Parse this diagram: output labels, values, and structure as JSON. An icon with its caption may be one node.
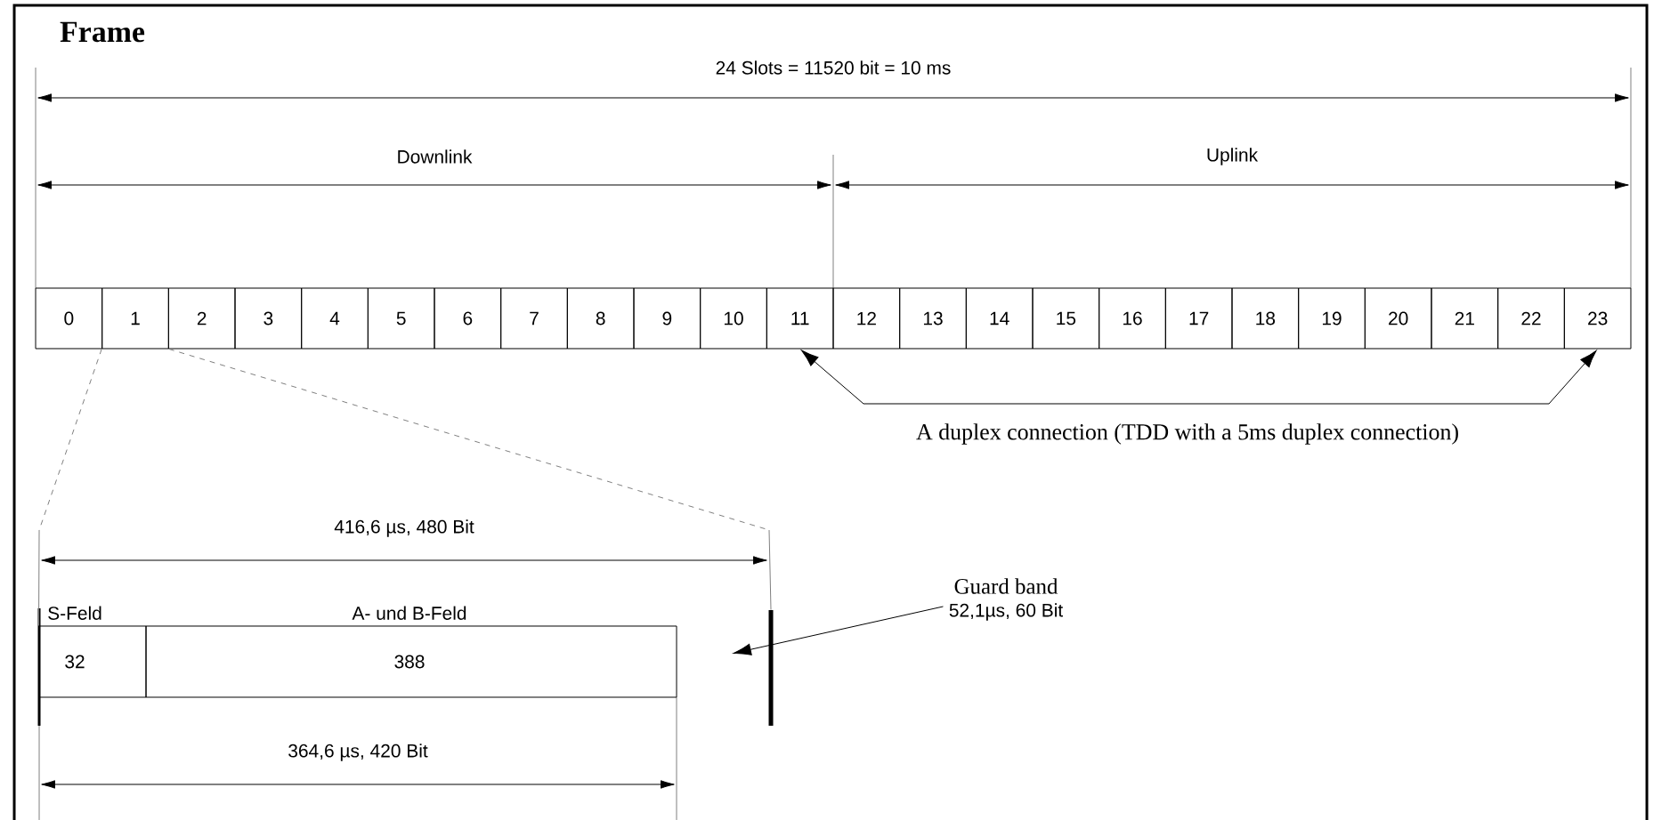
{
  "diagram": {
    "title": "Frame",
    "nodes": [
      {
        "text": [
          "0"
        ]
      },
      {
        "text": [
          "1"
        ]
      },
      {
        "text": [
          "2"
        ]
      },
      {
        "text": [
          "3"
        ]
      },
      {
        "text": [
          "4"
        ]
      },
      {
        "text": [
          "5"
        ]
      },
      {
        "text": [
          "6"
        ]
      },
      {
        "text": [
          "7"
        ]
      },
      {
        "text": [
          "8"
        ]
      },
      {
        "text": [
          "9"
        ]
      },
      {
        "text": [
          "10"
        ]
      },
      {
        "text": [
          "11"
        ]
      },
      {
        "text": [
          "12"
        ]
      },
      {
        "text": [
          "13"
        ]
      },
      {
        "text": [
          "14"
        ]
      },
      {
        "text": [
          "15"
        ]
      },
      {
        "text": [
          "16"
        ]
      },
      {
        "text": [
          "17"
        ]
      },
      {
        "text": [
          "18"
        ]
      },
      {
        "text": [
          "19"
        ]
      },
      {
        "text": [
          "20"
        ]
      },
      {
        "text": [
          "21"
        ]
      },
      {
        "text": [
          "22"
        ]
      },
      {
        "text": [
          "23"
        ]
      },
      {
        "text": [
          "S-Feld",
          "32"
        ]
      },
      {
        "text": [
          "A- und B-Feld",
          "388"
        ]
      },
      {
        "text": [],
        "shape": "bar"
      },
      {
        "text": [
          "Guard band",
          "52,1µs, 60 Bit"
        ]
      }
    ],
    "edges": [
      {
        "from": 11,
        "to": 23,
        "arrow": "both",
        "label": "A duplex connection (TDD with a 5ms duplex connection)"
      },
      {
        "from": 27,
        "to": 26,
        "arrow": "to"
      },
      {
        "from": 1,
        "to": 24,
        "arrow": "none",
        "style": "dashed",
        "color": "#808080"
      },
      {
        "from": 1,
        "to": 26,
        "arrow": "none",
        "style": "dashed",
        "color": "#808080"
      }
    ],
    "labels": [
      "24 Slots = 11520 bit = 10 ms",
      "Downlink",
      "Uplink",
      "416,6 µs, 480 Bit",
      "364,6 µs, 420 Bit"
    ]
  }
}
